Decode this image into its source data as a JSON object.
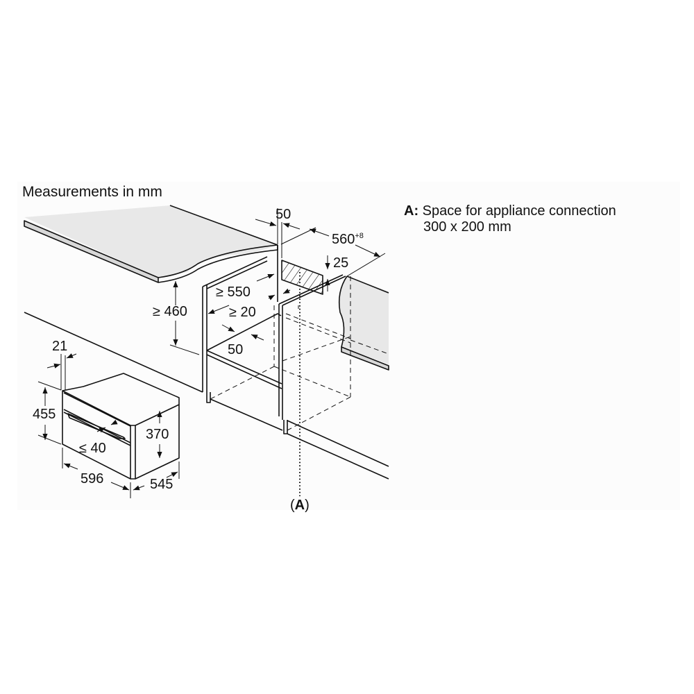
{
  "diagram": {
    "title": "Measurements in mm",
    "legend": {
      "key": "A:",
      "line1": "Space for appliance connection",
      "line2": "300 x 200 mm"
    },
    "callout_label": "(A)",
    "dimensions": {
      "top_gap": "50",
      "cabinet_depth": "560",
      "cabinet_depth_tolerance": "+8",
      "top_offset": "25",
      "min_depth": "≥ 550",
      "min_height": "≥ 460",
      "min_rear_gap": "≥ 20",
      "shelf_inset": "50",
      "front_panel": "21",
      "appliance_height": "455",
      "body_height": "370",
      "door_protrusion": "≤ 40",
      "appliance_width": "596",
      "appliance_depth": "545"
    },
    "colors": {
      "line": "#111111",
      "countertop_fill": "#e6e6e6",
      "hatch": "#111111",
      "background": "#ffffff",
      "panel": "#fcfcfc"
    }
  }
}
